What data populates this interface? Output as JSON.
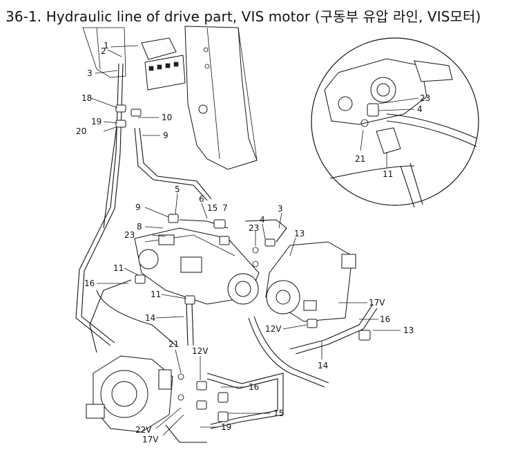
{
  "title": "36-1. Hydraulic line of drive part, VIS motor (구동부 유압 라인, VIS모터)",
  "callouts": {
    "c1": "1",
    "c2": "2",
    "c3a": "3",
    "c18": "18",
    "c10": "10",
    "c19": "19",
    "c20": "20",
    "c9a": "9",
    "c5": "5",
    "c6": "6",
    "c9b": "9",
    "c15a": "15",
    "c7": "7",
    "c3b": "3",
    "c8": "8",
    "c23a": "23",
    "c4a": "4",
    "c23b": "23",
    "c13a": "13",
    "c11a": "11",
    "c16a": "16",
    "c11b": "11",
    "c14a": "14",
    "c17a": "17V",
    "c16b": "16",
    "c12a": "12V",
    "c13b": "13",
    "c14b": "14",
    "c21a": "21",
    "c12b": "12V",
    "c16c": "16",
    "c15b": "15",
    "c22": "22V",
    "c17b": "17V",
    "c19b": "19",
    "d23": "23",
    "d4": "4",
    "d21": "21",
    "d11": "11"
  }
}
